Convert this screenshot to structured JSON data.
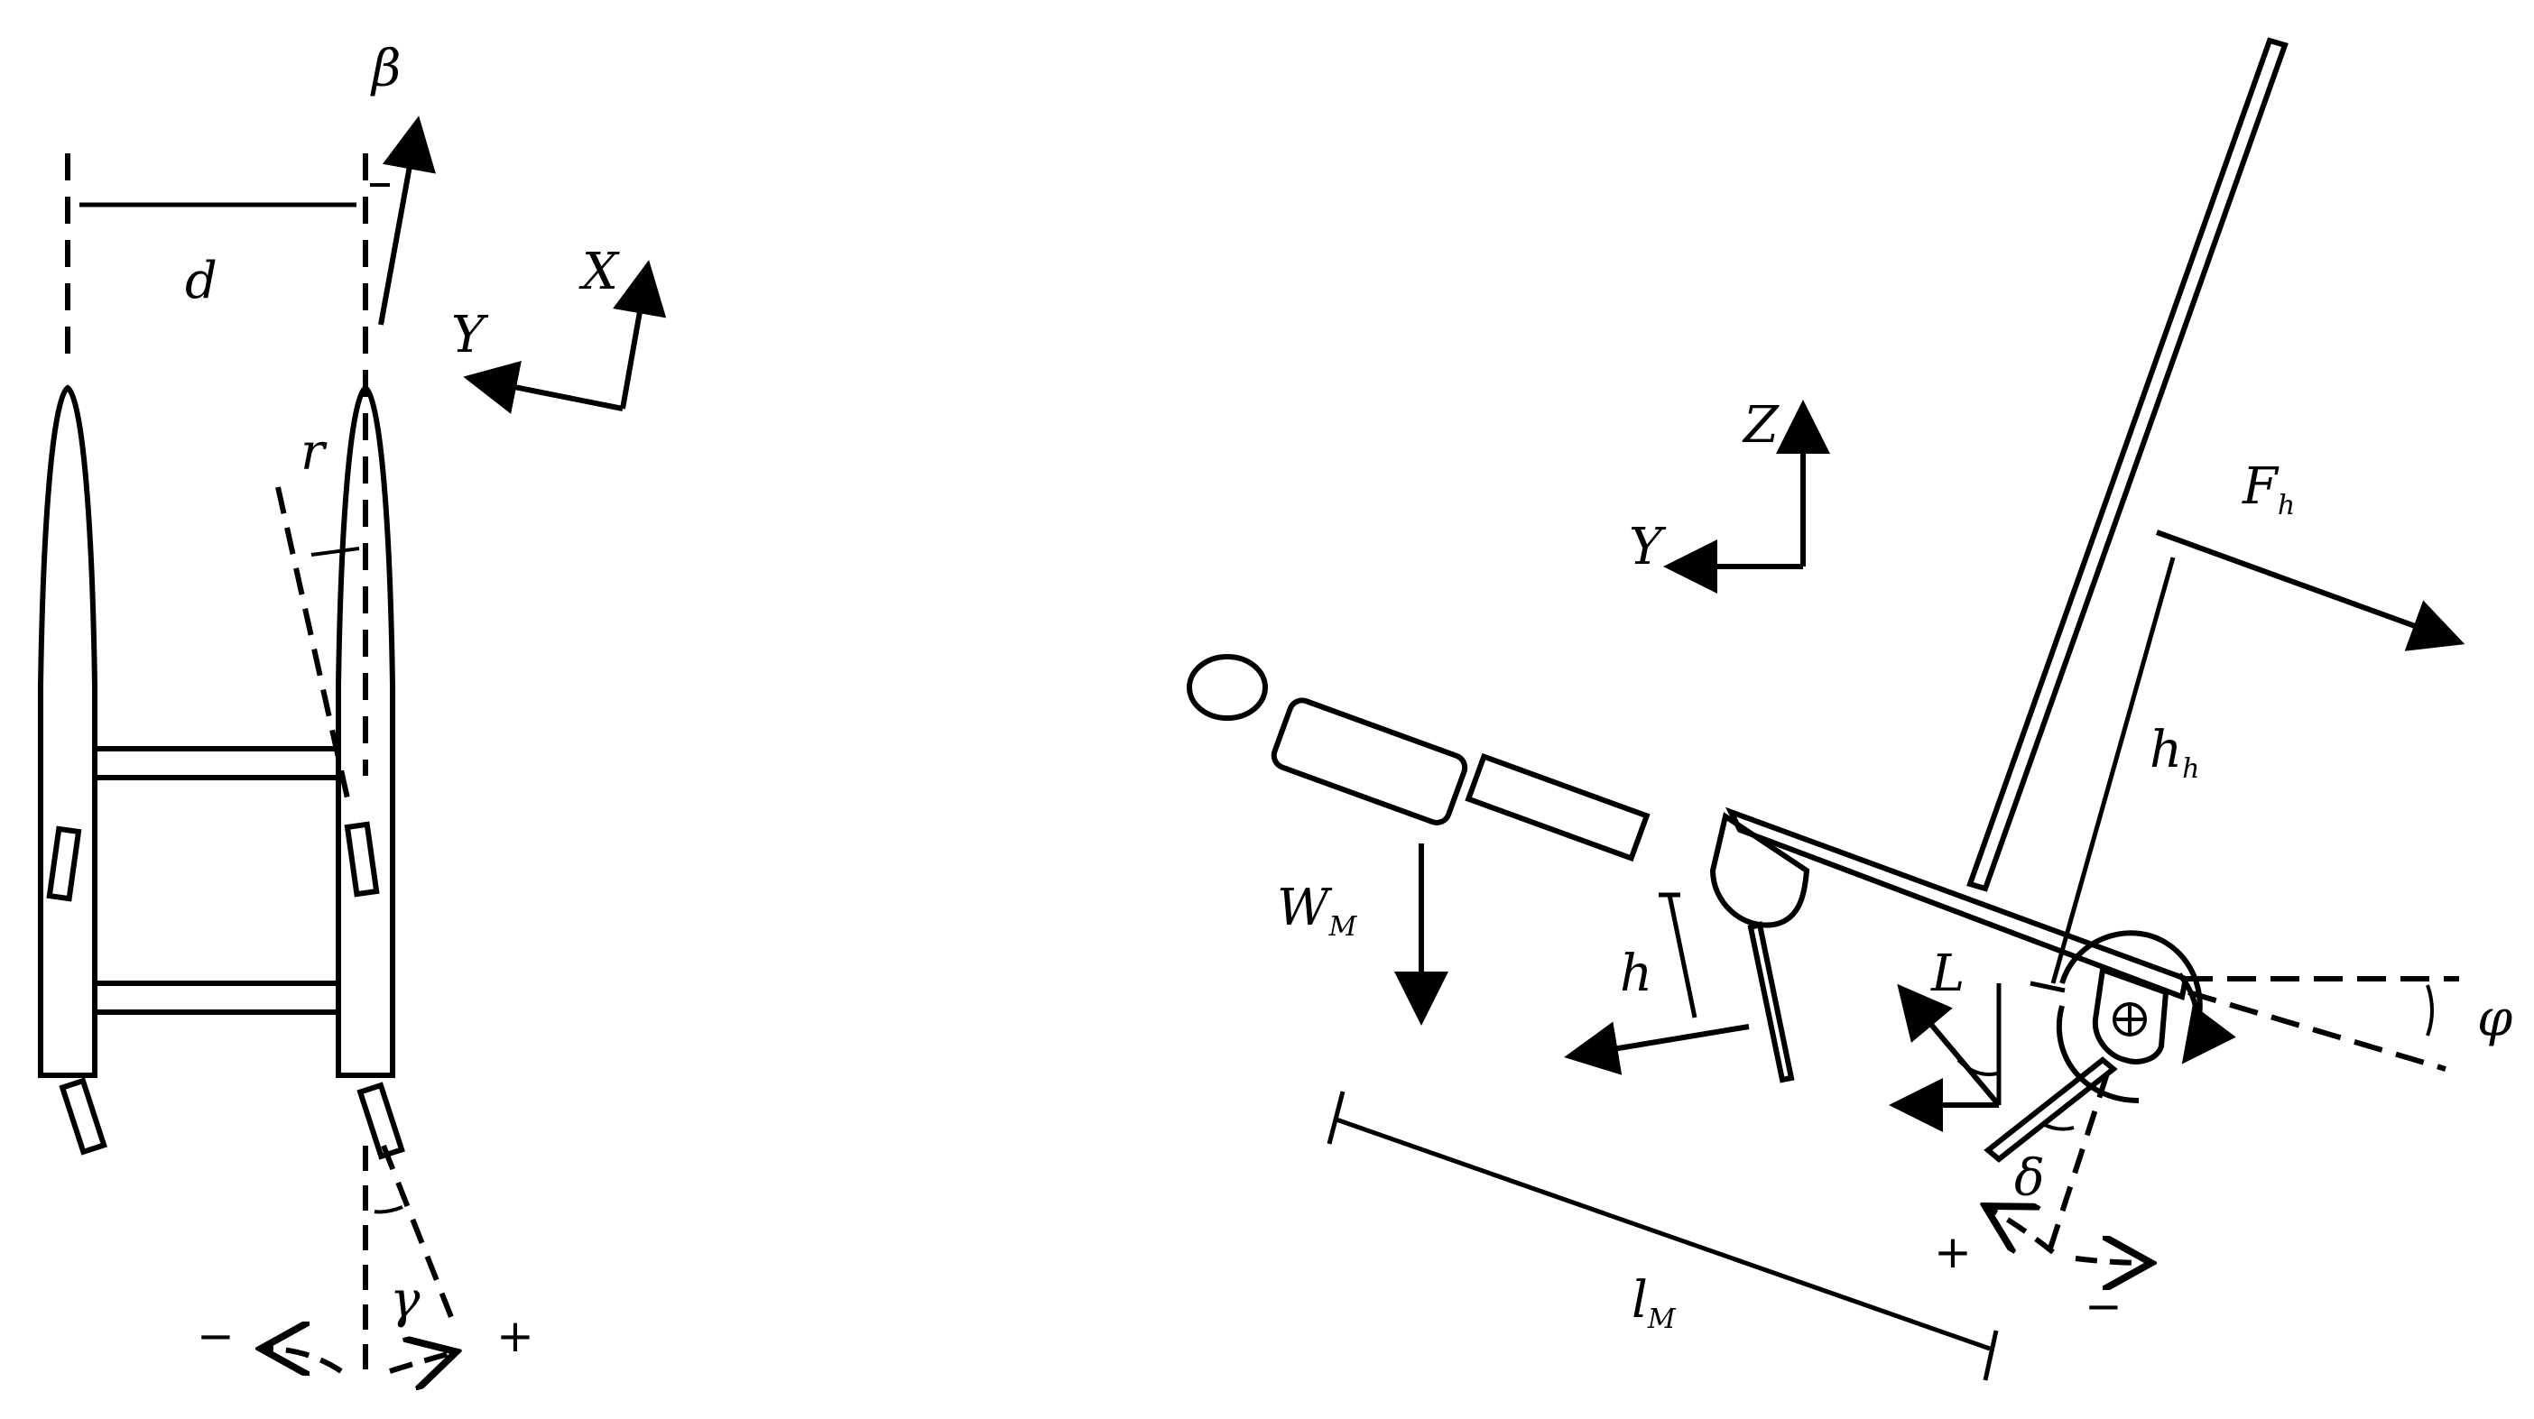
{
  "left_view": {
    "labels": {
      "beta": "β",
      "d": "d",
      "r": "r",
      "gamma": "γ",
      "minus": "−",
      "plus": "+"
    },
    "axes": {
      "x": "X",
      "y": "Y"
    }
  },
  "right_view": {
    "labels": {
      "w": "W",
      "w_sub": "M",
      "h": "h",
      "l": "l",
      "l_sub": "M",
      "f": "F",
      "f_sub": "h",
      "hh": "h",
      "hh_sub": "h",
      "L": "L",
      "delta": "δ",
      "phi": "φ",
      "plus": "+",
      "minus": "−"
    },
    "axes": {
      "z": "Z",
      "y": "Y"
    }
  }
}
